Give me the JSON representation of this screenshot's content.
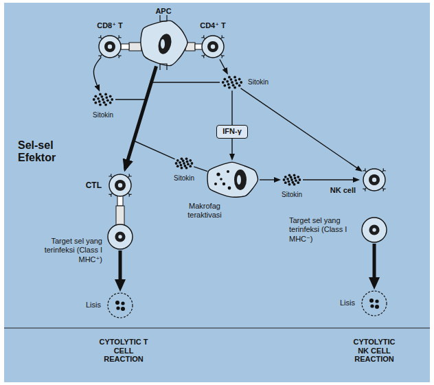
{
  "diagram": {
    "nodes": [
      {
        "text": [
          "CD8⁺ T"
        ]
      },
      {
        "text": [
          "APC"
        ]
      },
      {
        "text": [
          "CD4⁺ T"
        ]
      },
      {
        "text": [
          "Sitokin"
        ]
      },
      {
        "text": [
          "Sitokin"
        ]
      },
      {
        "text": [
          "IFN-γ"
        ]
      },
      {
        "text": [
          "Sitokin"
        ]
      },
      {
        "text": [
          "Makrofag teraktivasi"
        ]
      },
      {
        "text": [
          "Sitokin"
        ]
      },
      {
        "text": [
          "CTL"
        ]
      },
      {
        "text": [
          "NK cell"
        ]
      },
      {
        "text": [
          "Target sel yang terinfeksi (Class I MHC⁺)"
        ]
      },
      {
        "text": [
          "Target sel yang terinfeksi (Class I MHC⁻)"
        ]
      },
      {
        "text": [
          "Lisis"
        ]
      },
      {
        "text": [
          "Lisis"
        ]
      }
    ],
    "edges": [
      {
        "from": 0,
        "to": 3,
        "arrow": "to"
      },
      {
        "from": 1,
        "to": 9,
        "arrow": "to"
      },
      {
        "from": 3,
        "to": 9,
        "arrow": "to"
      },
      {
        "from": 2,
        "to": 4,
        "arrow": "to"
      },
      {
        "from": 4,
        "to": 9,
        "arrow": "to"
      },
      {
        "from": 4,
        "to": 5,
        "arrow": "none"
      },
      {
        "from": 4,
        "to": 10,
        "arrow": "to"
      },
      {
        "from": 5,
        "to": 7,
        "arrow": "to"
      },
      {
        "from": 7,
        "to": 6,
        "arrow": "none"
      },
      {
        "from": 6,
        "to": 9,
        "arrow": "to"
      },
      {
        "from": 7,
        "to": 8,
        "arrow": "to"
      },
      {
        "from": 8,
        "to": 10,
        "arrow": "to"
      },
      {
        "from": 11,
        "to": 13,
        "arrow": "to"
      },
      {
        "from": 12,
        "to": 14,
        "arrow": "to"
      }
    ],
    "labels": [
      "Sel-sel Efektor",
      "CYTOLYTIC T CELL REACTION",
      "CYTOLYTIC NK CELL REACTION"
    ]
  }
}
